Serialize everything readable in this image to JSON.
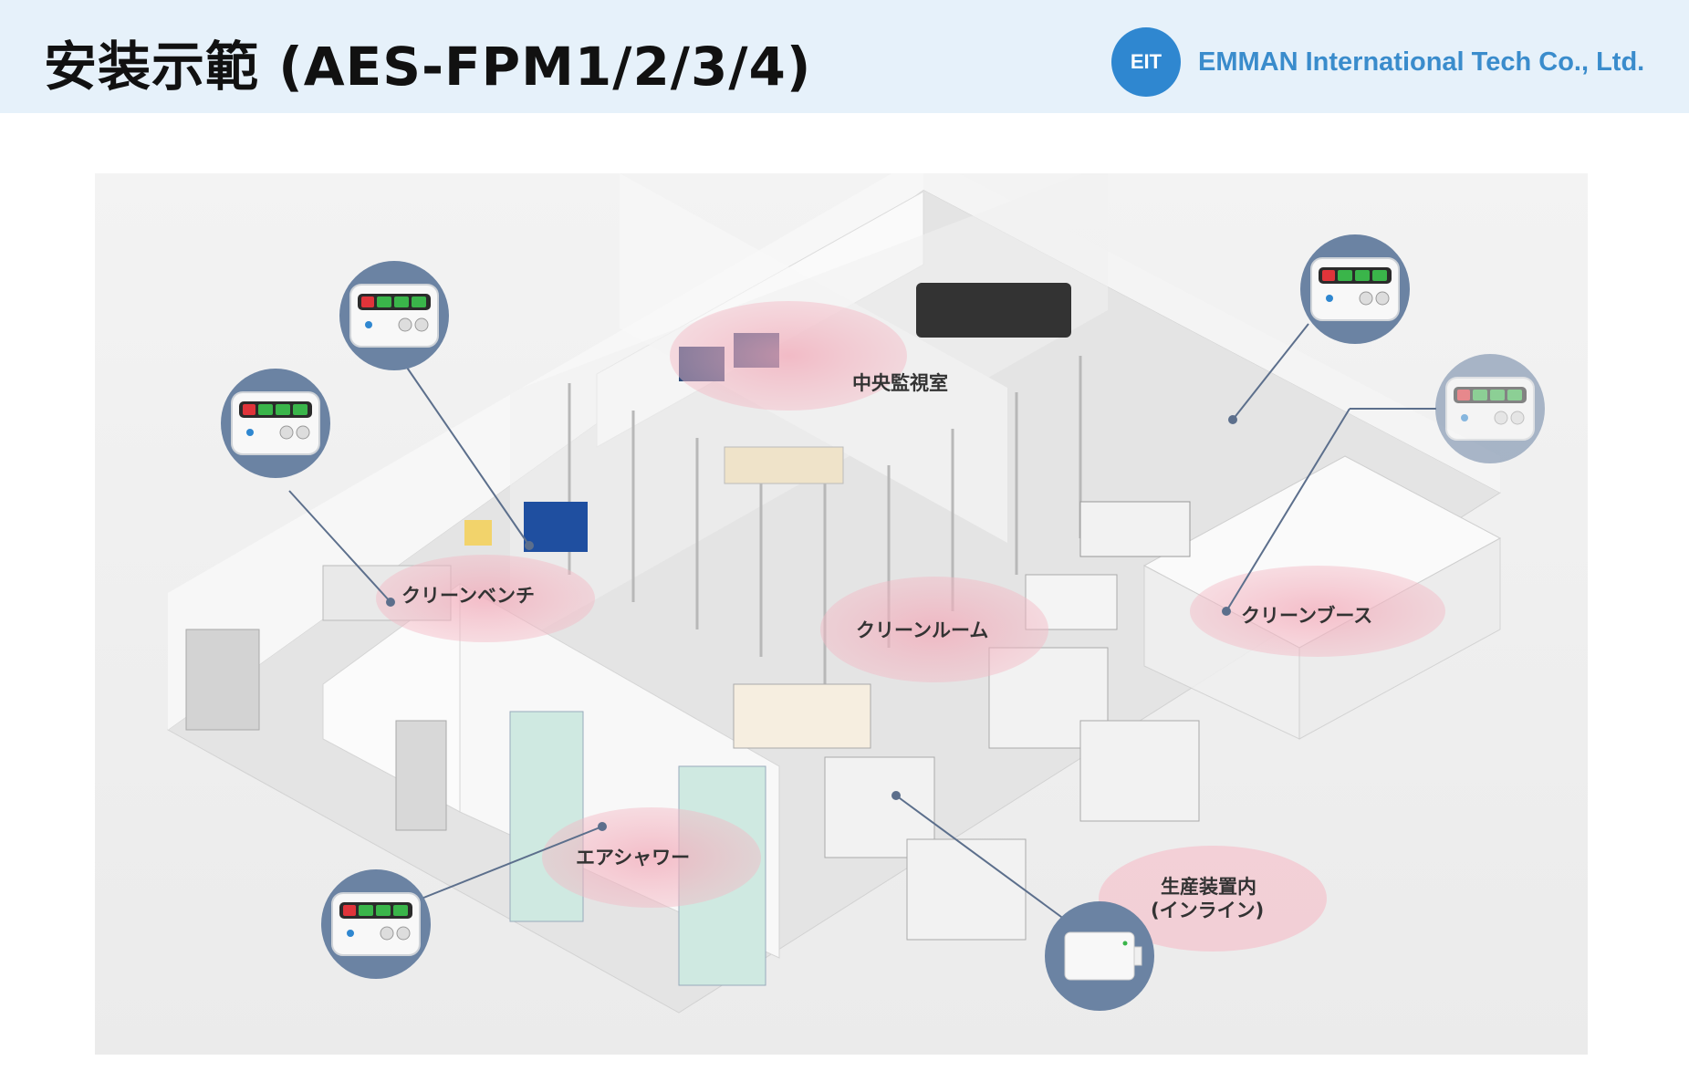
{
  "header": {
    "title": "安装示範 (AES-FPM1/2/3/4)",
    "logo_text": "EIT",
    "company": "EMMAN International Tech Co., Ltd."
  },
  "zones": {
    "control_room": "中央監視室",
    "clean_bench": "クリーンベンチ",
    "clean_room": "クリーンルーム",
    "clean_booth": "クリーンブース",
    "air_shower": "エアシャワー",
    "inline_1": "生産装置内",
    "inline_2": "(インライン)"
  },
  "colors": {
    "header_bg": "#e6f1fa",
    "logo_bg": "#2f87d0",
    "company_text": "#3a8ccc",
    "callout_circle": "#6b83a3",
    "zone_highlight": "#f4b8c4"
  },
  "icons": [
    "fpm-monitor-icon",
    "inline-sensor-icon"
  ]
}
